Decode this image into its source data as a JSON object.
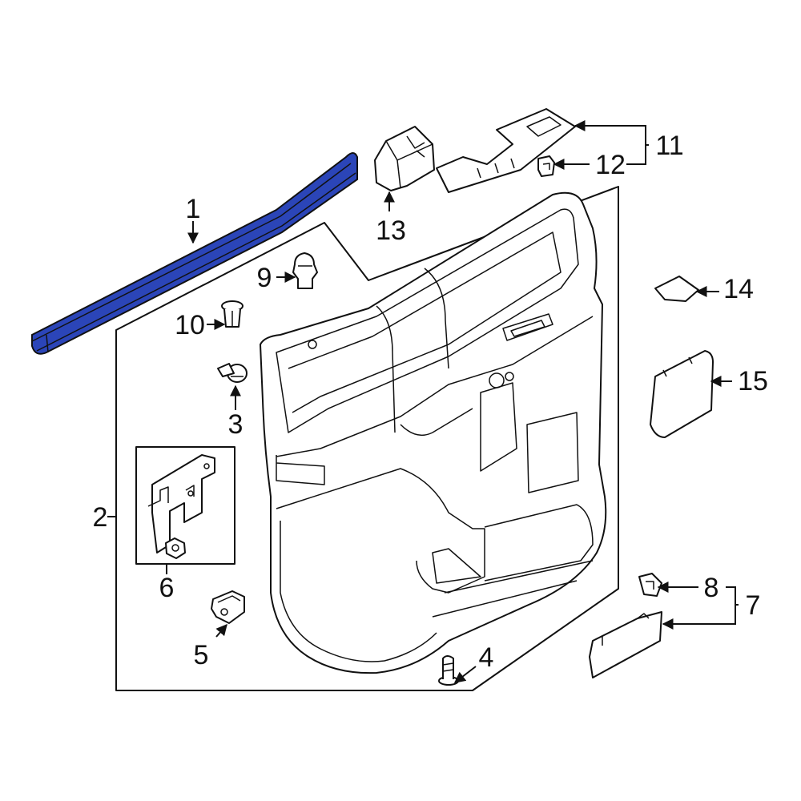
{
  "diagram": {
    "highlight_color": "#2b45b8",
    "line_color": "#111111",
    "background": "#ffffff"
  },
  "callouts": {
    "c1": "1",
    "c2": "2",
    "c3": "3",
    "c4": "4",
    "c5": "5",
    "c6": "6",
    "c7": "7",
    "c8": "8",
    "c9": "9",
    "c10": "10",
    "c11": "11",
    "c12": "12",
    "c13": "13",
    "c14": "14",
    "c15": "15"
  }
}
